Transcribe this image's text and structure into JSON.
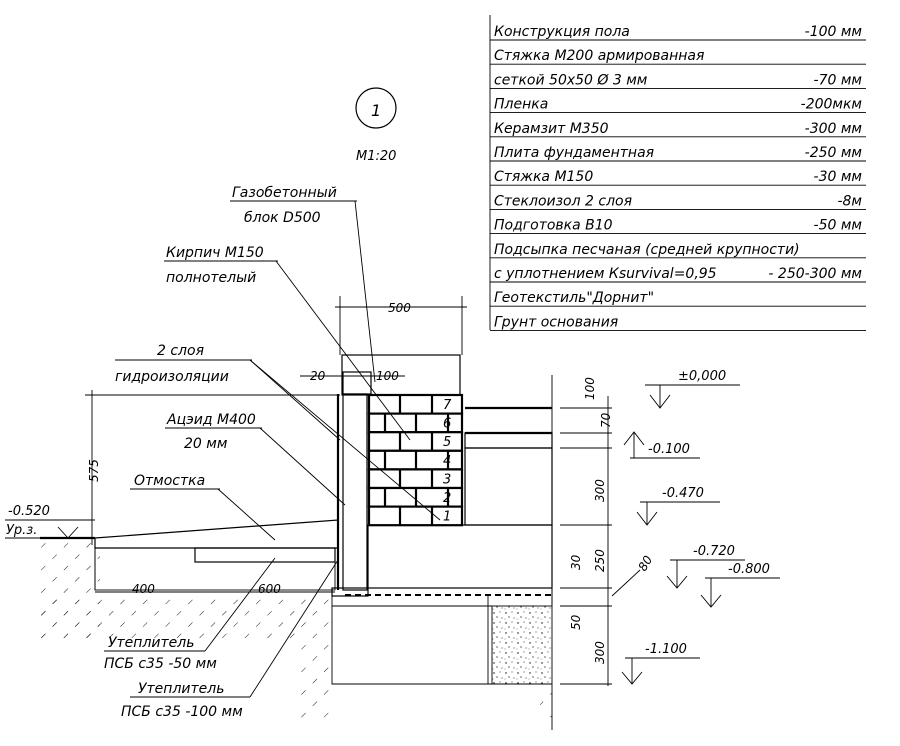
{
  "view_id": "1",
  "scale": "М1:20",
  "layers": [
    {
      "name": "Конструкция пола",
      "value": "-100 мм"
    },
    {
      "name": "Стяжка М200 армированная",
      "value": ""
    },
    {
      "name": "сеткой 50х50 Ø 3 мм",
      "value": "-70 мм"
    },
    {
      "name": "Пленка",
      "value": "-200мкм"
    },
    {
      "name": "Керамзит М350",
      "value": "-300 мм"
    },
    {
      "name": "Плита фундаментная",
      "value": "-250 мм"
    },
    {
      "name": "Стяжка М150",
      "value": "-30 мм"
    },
    {
      "name": "Стеклоизол 2 слоя",
      "value": "-8м"
    },
    {
      "name": "Подготовка В10",
      "value": "-50 мм"
    },
    {
      "name": "Подсыпка песчаная (средней крупности)",
      "value": ""
    },
    {
      "name": "с уплотнением Кsurvival=0,95",
      "value": "- 250-300 мм"
    },
    {
      "name": "Геотекстиль\"Дорнит\"",
      "value": ""
    },
    {
      "name": "Грунт основания",
      "value": ""
    }
  ],
  "callouts": {
    "gas_block_1": "Газобетонный",
    "gas_block_2": "блок D500",
    "brick_1": "Кирпич М150",
    "brick_2": "полнотелый",
    "waterproof_1": "2 слоя",
    "waterproof_2": "гидроизоляции",
    "aceid_1": "Ацэид М400",
    "aceid_2": "20 мм",
    "blind_area": "Отмостка",
    "insul1_1": "Утеплитель",
    "insul1_2": "ПСБ с35 -50 мм",
    "insul2_1": "Утеплитель",
    "insul2_2": "ПСБ с35 -100 мм",
    "ground_level_value": "-0.520",
    "ground_level_label": "Ур.з."
  },
  "levels": [
    "±0,000",
    "-0.100",
    "-0.470",
    "-0.720",
    "-0.800",
    "-1.100"
  ],
  "dimensions": {
    "wall_width": "500",
    "d20": "20",
    "d100": "100",
    "d575": "575",
    "d400": "400",
    "d600": "600",
    "v100": "100",
    "v70": "70",
    "v300": "300",
    "v250": "250",
    "v30": "30",
    "v50": "50",
    "v300b": "300",
    "d80": "80"
  },
  "brick_rows": [
    "7",
    "6",
    "5",
    "4",
    "3",
    "2",
    "1"
  ]
}
